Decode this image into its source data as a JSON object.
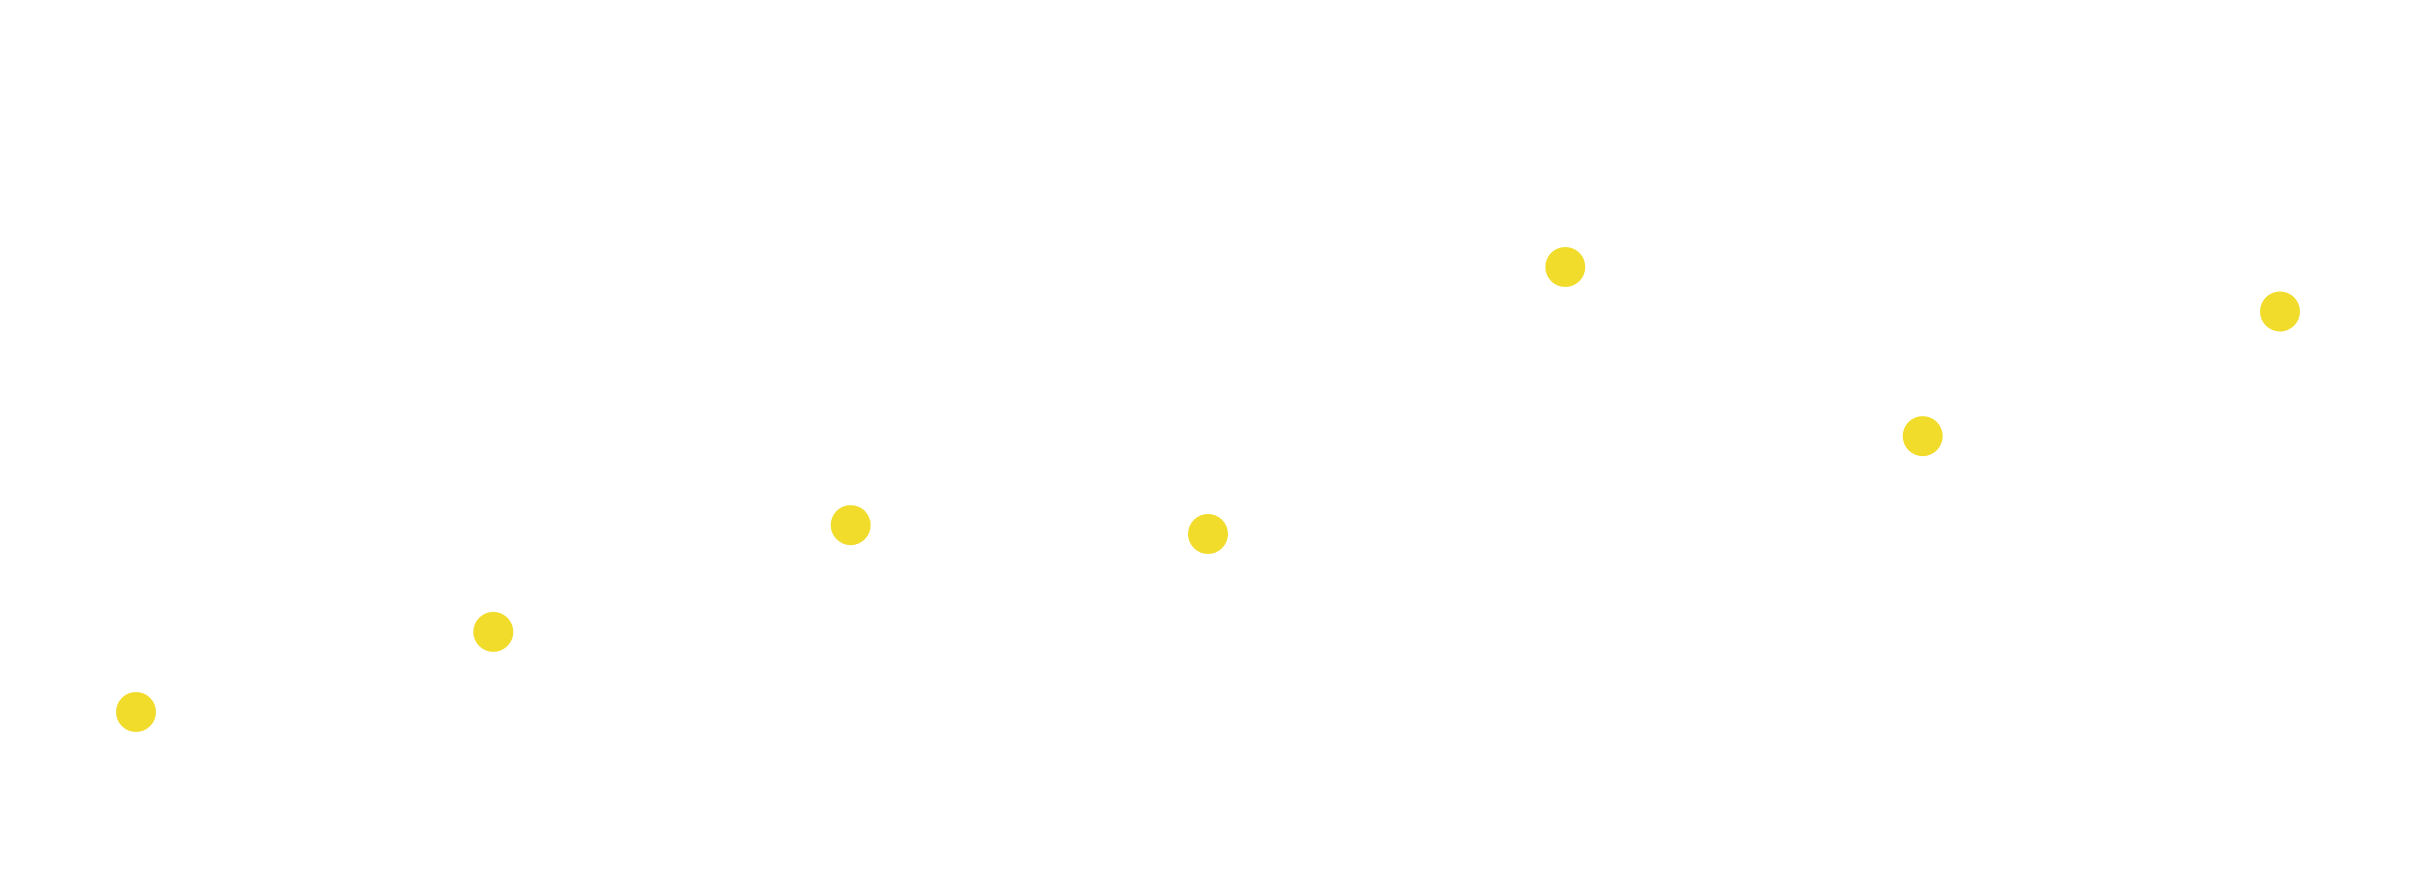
{
  "chart_data": {
    "type": "scatter",
    "title": "",
    "xlabel": "",
    "ylabel": "",
    "grid": false,
    "legend": "none",
    "axes_visible": false,
    "marker_color": "#F1DC2B",
    "ylim": [
      0,
      10
    ],
    "series": [
      {
        "x": [
          1,
          2,
          3,
          4,
          5,
          6,
          7
        ],
        "y": [
          2.0,
          2.9,
          4.1,
          4.0,
          7.0,
          5.1,
          6.5
        ]
      }
    ]
  }
}
